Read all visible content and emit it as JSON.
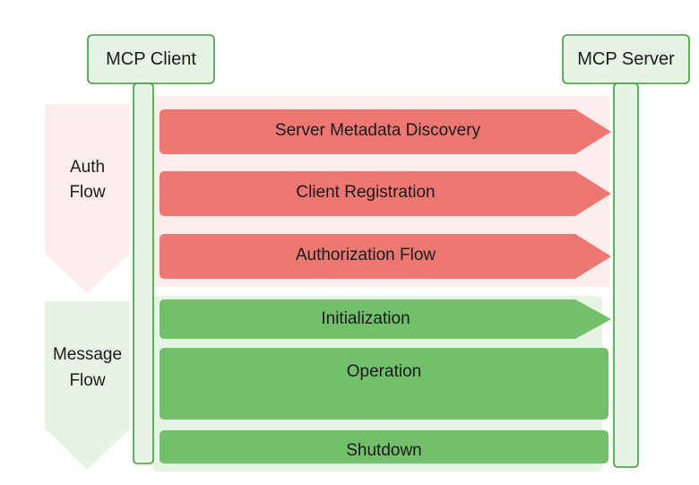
{
  "participants": {
    "client": "MCP Client",
    "server": "MCP Server"
  },
  "groups": {
    "auth": {
      "label_line1": "Auth",
      "label_line2": "Flow",
      "color": "#ed7872",
      "tint": "#fdeded",
      "steps": [
        "Server Metadata Discovery",
        "Client Registration",
        "Authorization Flow"
      ]
    },
    "message": {
      "label_line1": "Message",
      "label_line2": "Flow",
      "color": "#72c06c",
      "tint": "#e6f5e3",
      "steps": [
        "Initialization",
        "Operation",
        "Shutdown"
      ]
    }
  },
  "colors": {
    "participant_fill": "#e6f5e3",
    "participant_stroke": "#3d9b3d"
  }
}
